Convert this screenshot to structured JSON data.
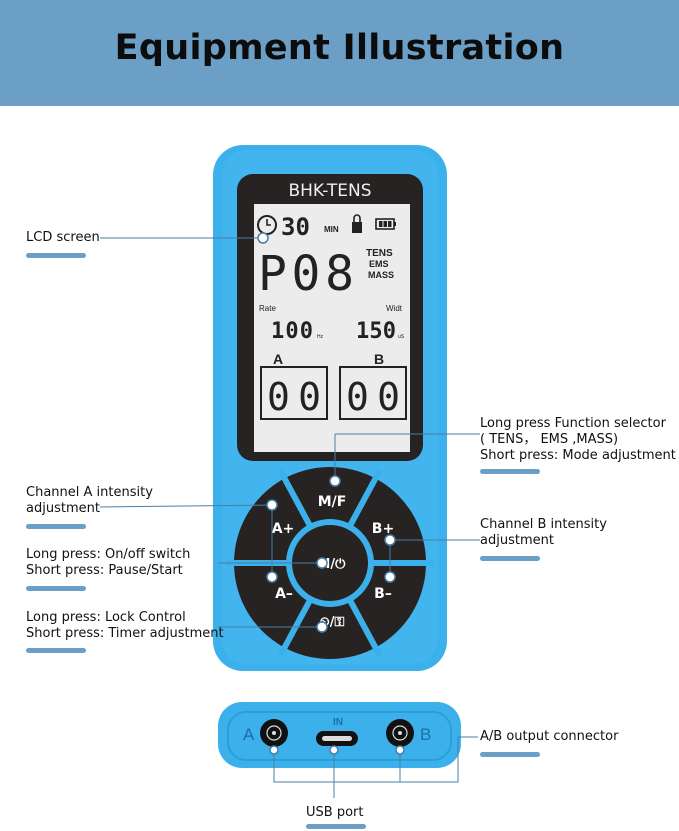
{
  "title": "Equipment Illustration",
  "device": {
    "brand": "BHK-TENS",
    "lcd": {
      "timer_value": "30",
      "timer_unit": "MIN",
      "program": "P08",
      "modes": [
        "TENS",
        "EMS",
        "MASS"
      ],
      "rate_label": "Rate",
      "rate_value": "100",
      "rate_unit": "Hz",
      "width_label": "Widt",
      "width_value": "150",
      "width_unit": "uS",
      "channel_a_label": "A",
      "channel_a_value": "00",
      "channel_b_label": "B",
      "channel_b_value": "00"
    },
    "buttons": {
      "mode": "M/F",
      "a_plus": "A+",
      "a_minus": "A–",
      "b_plus": "B+",
      "b_minus": "B–",
      "power": "II/⏻",
      "timer_lock": "⏲/⚿"
    },
    "connector": {
      "a": "A",
      "in": "IN",
      "b": "B"
    }
  },
  "callouts": {
    "lcd": [
      "LCD screen"
    ],
    "channel_a": [
      "Channel A intensity",
      "adjustment"
    ],
    "power": [
      "Long press: On/off switch",
      "Short press: Pause/Start"
    ],
    "lock": [
      "Long press: Lock Control",
      "Short press: Timer adjustment"
    ],
    "function": [
      "Long press Function selector",
      "( TENS， EMS ,MASS)",
      "Short press: Mode adjustment"
    ],
    "channel_b": [
      "Channel B intensity",
      "adjustment"
    ],
    "output": [
      "A/B output connector"
    ],
    "usb": [
      "USB port"
    ]
  },
  "colors": {
    "header": "#6b9fc6",
    "device": "#3cb0ea",
    "bezel": "#262322",
    "lcd": "#ececec"
  }
}
